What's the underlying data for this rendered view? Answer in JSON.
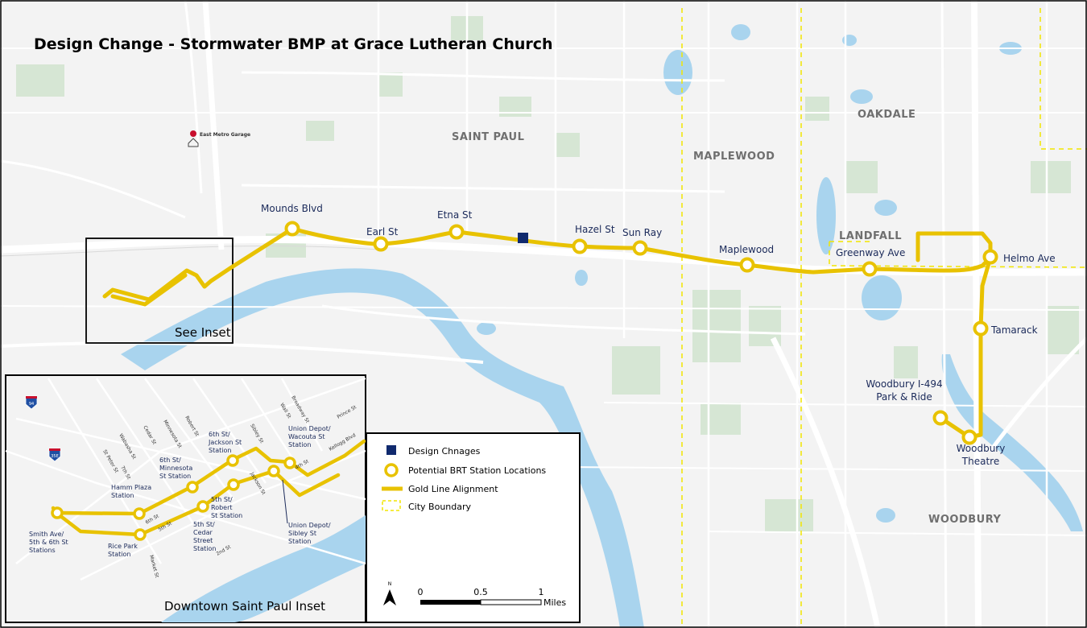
{
  "title": "Design Change - Stormwater BMP at Grace Lutheran Church",
  "colors": {
    "line": "#e8c200",
    "water": "#a9d4ee",
    "park": "#d6e6d4",
    "boundary": "#f2e600",
    "marker": "#102a6e",
    "label": "#1b2a5a"
  },
  "cities": [
    "SAINT PAUL",
    "MAPLEWOOD",
    "OAKDALE",
    "LANDFALL",
    "WOODBURY"
  ],
  "facility": "East Metro Garage",
  "stations": [
    {
      "name": "Mounds Blvd"
    },
    {
      "name": "Earl St"
    },
    {
      "name": "Etna St"
    },
    {
      "name": "Hazel St"
    },
    {
      "name": "Sun Ray"
    },
    {
      "name": "Maplewood"
    },
    {
      "name": "Greenway Ave"
    },
    {
      "name": "Helmo Ave"
    },
    {
      "name": "Tamarack"
    },
    {
      "name": "Woodbury I-494",
      "name2": "Park & Ride"
    },
    {
      "name": "Woodbury",
      "name2": "Theatre"
    }
  ],
  "inset_box_label": "See Inset",
  "inset": {
    "title": "Downtown Saint Paul Inset",
    "stations": [
      {
        "l1": "Smith Ave/",
        "l2": "5th & 6th St",
        "l3": "Stations"
      },
      {
        "l1": "Hamm Plaza",
        "l2": "Station",
        "l3": ""
      },
      {
        "l1": "Rice Park",
        "l2": "Station",
        "l3": ""
      },
      {
        "l1": "6th St/",
        "l2": "Minnesota",
        "l3": "St Station"
      },
      {
        "l1": "5th St/",
        "l2": "Cedar",
        "l3": "Street",
        "l4": "Station"
      },
      {
        "l1": "6th St/",
        "l2": "Jackson St",
        "l3": "Station"
      },
      {
        "l1": "5th St/",
        "l2": "Robert",
        "l3": "St Station"
      },
      {
        "l1": "Union Depot/",
        "l2": "Wacouta St",
        "l3": "Station"
      },
      {
        "l1": "Union Depot/",
        "l2": "Sibley St",
        "l3": "Station"
      }
    ],
    "streets": [
      "St Peter St",
      "Wabasha St",
      "7th St",
      "Cedar St",
      "Minnesota St",
      "Robert St",
      "Sibley St",
      "Wall St",
      "Broadway St",
      "Prince St",
      "Kellogg Blvd",
      "Jackson St",
      "6th St",
      "5th St",
      "4th St",
      "2nd St",
      "Market St"
    ],
    "shields": [
      "94",
      "35E"
    ]
  },
  "legend": {
    "items": [
      {
        "label": "Design Chnages"
      },
      {
        "label": "Potential BRT Station Locations"
      },
      {
        "label": "Gold Line Alignment"
      },
      {
        "label": "City Boundary"
      }
    ],
    "north": "N",
    "scale": [
      "0",
      "0.5",
      "1"
    ],
    "units": "Miles"
  }
}
